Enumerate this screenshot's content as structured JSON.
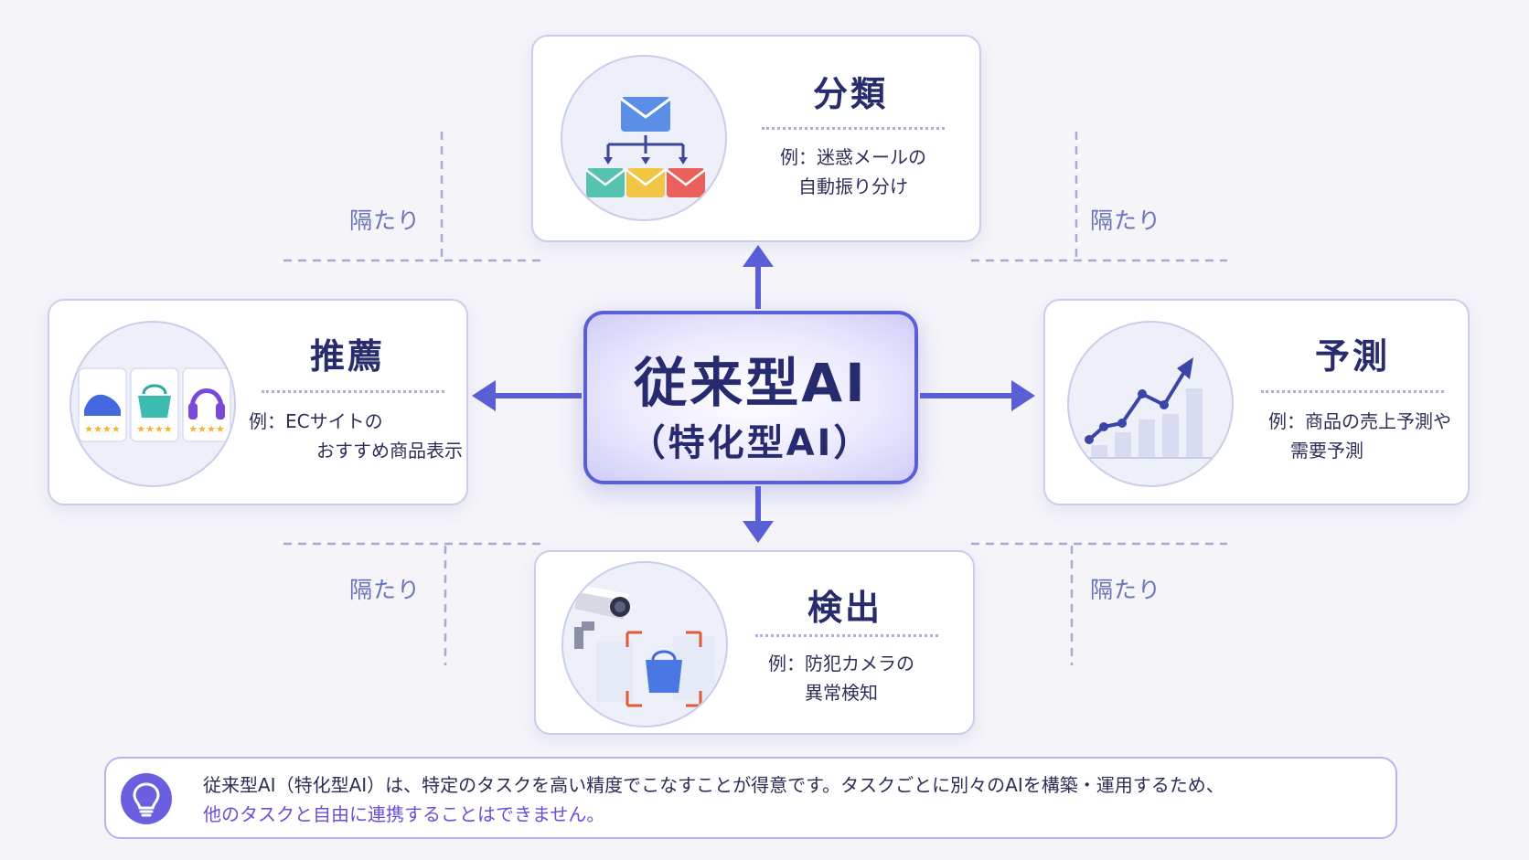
{
  "center": {
    "title": "従来型AI",
    "subtitle": "（特化型AI）"
  },
  "cards": {
    "classification": {
      "title": "分類",
      "desc_line1": "例：迷惑メールの",
      "desc_line2": "自動振り分け",
      "icon": "email-sorting-icon"
    },
    "recommendation": {
      "title": "推薦",
      "desc_line1": "例：ECサイトの",
      "desc_line2": "おすすめ商品表示",
      "icon": "product-recommendation-icon"
    },
    "prediction": {
      "title": "予測",
      "desc_line1": "例：商品の売上予測や",
      "desc_line2": "需要予測",
      "icon": "growth-chart-icon"
    },
    "detection": {
      "title": "検出",
      "desc_line1": "例：防犯カメラの",
      "desc_line2": "異常検知",
      "icon": "security-camera-icon"
    }
  },
  "gap_labels": {
    "top_left": "隔たり",
    "top_right": "隔たり",
    "bottom_left": "隔たり",
    "bottom_right": "隔たり"
  },
  "note": {
    "icon": "lightbulb-icon",
    "line1": "従来型AI（特化型AI）は、特定のタスクを高い精度でこなすことが得意です。タスクごとに別々のAIを構築・運用するため、",
    "line2": "他のタスクと自由に連携することはできません。"
  },
  "colors": {
    "accent": "#5a5fd6",
    "card_border": "#c9cdea",
    "gap_text": "#6a73b8",
    "note_highlight": "#6a4fd8"
  }
}
